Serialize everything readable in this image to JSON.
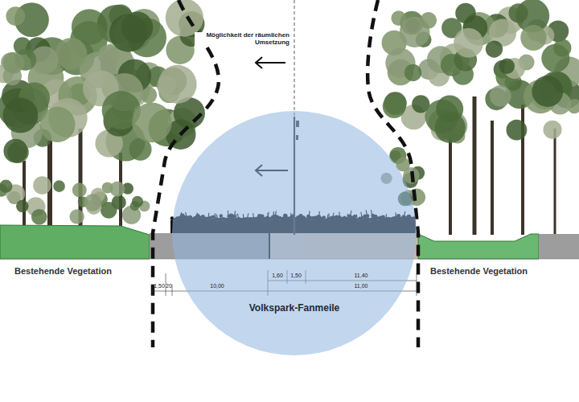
{
  "diagram": {
    "nodes": [
      {
        "text": [
          "Volkspark-Fanmeile"
        ]
      }
    ],
    "labels": [
      "Möglichkeit der räumlichen Umsetzung",
      "Bestehende Vegetation",
      "Bestehende Vegetation",
      "1,50",
      "20",
      "10,00",
      "1,60",
      "1,50",
      "11,40",
      "11,00"
    ]
  }
}
